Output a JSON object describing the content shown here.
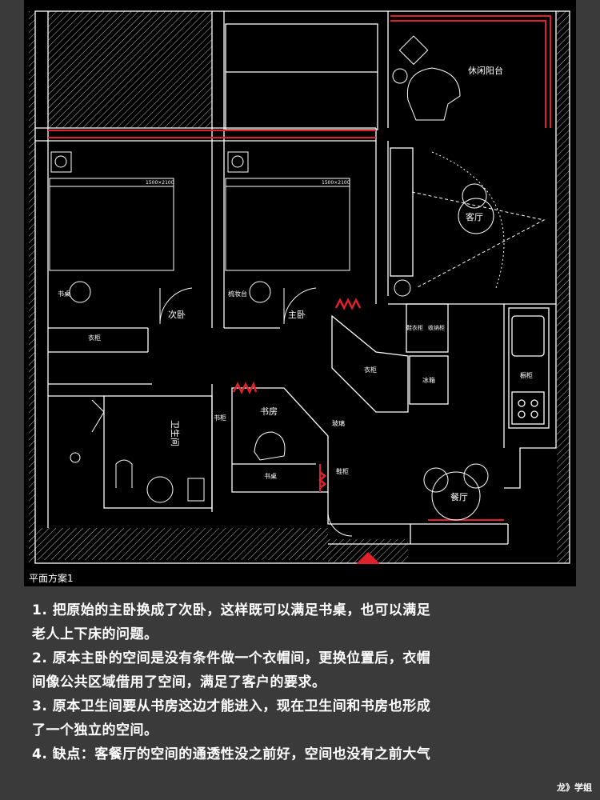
{
  "plan": {
    "rooms": {
      "balcony": "休闲阳台",
      "living": "客厅",
      "second_bedroom": "次卧",
      "master_bedroom": "主卧",
      "study": "书房",
      "dining": "餐厅",
      "bathroom": "卫生间"
    },
    "furniture": {
      "desk_small": "书桌",
      "dresser": "梳妆台",
      "wardrobe_left": "衣柜",
      "wardrobe_center": "衣柜",
      "study_desk": "书桌",
      "bookshelf": "书柜",
      "shoe_cabinet": "鞋柜",
      "cabinet": "橱柜",
      "glass": "玻璃",
      "fridge": "冰箱",
      "shoe_cab_a": "鞋衣柜",
      "shoe_cab_b": "收纳柜",
      "bed_dim_1": "1500×2100",
      "bed_dim_2": "1500×2100"
    },
    "caption": "平面方案1"
  },
  "notes": [
    "1. 把原始的主卧换成了次卧，这样既可以满足书桌，也可以满足",
    "老人上下床的问题。",
    "2. 原本主卧的空间是没有条件做一个衣帽间，更换位置后，衣帽",
    "间像公共区域借用了空间，满足了客户的要求。",
    "3. 原本卫生间要从书房这边才能进入，现在卫生间和书房也形成",
    "了一个独立的空间。",
    "4. 缺点：客餐厅的空间的通透性没之前好，空间也没有之前大气"
  ],
  "credit": "龙》学姐",
  "colors": {
    "background": "#3a3a3a",
    "plan": "#000000",
    "wall": "#ffffff",
    "accent": "#e0202a"
  }
}
